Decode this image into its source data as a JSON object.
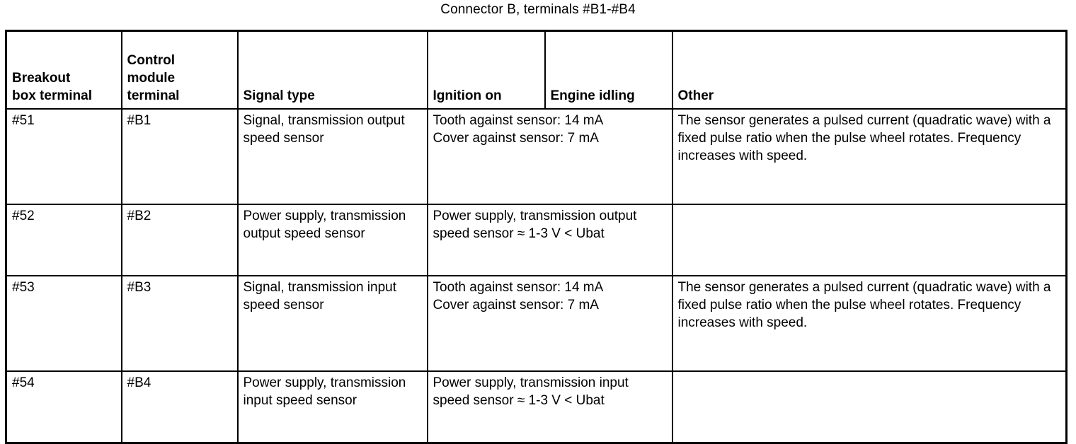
{
  "document": {
    "title": "Connector B, terminals #B1-#B4"
  },
  "table": {
    "headers": [
      "Breakout\nbox terminal",
      "Control\nmodule\nterminal",
      "Signal type",
      "Ignition on",
      "Engine idling",
      "Other"
    ],
    "rows": [
      {
        "breakout_terminal": "#51",
        "control_terminal": "#B1",
        "signal_type": "Signal, transmission output speed sensor",
        "measurement": "Tooth against sensor: 14 mA\nCover against sensor: 7 mA",
        "other": "The sensor generates a pulsed current (quadratic wave) with a fixed pulse ratio when the pulse wheel rotates. Frequency increases with speed."
      },
      {
        "breakout_terminal": "#52",
        "control_terminal": "#B2",
        "signal_type": "Power supply, transmission output speed sensor",
        "measurement": "Power supply, transmission output speed sensor ≈ 1-3 V < Ubat",
        "other": ""
      },
      {
        "breakout_terminal": "#53",
        "control_terminal": "#B3",
        "signal_type": "Signal, transmission input speed sensor",
        "measurement": "Tooth against sensor: 14 mA\nCover against sensor: 7 mA",
        "other": "The sensor generates a pulsed current (quadratic wave) with a fixed pulse ratio when the pulse wheel rotates. Frequency increases with speed."
      },
      {
        "breakout_terminal": "#54",
        "control_terminal": "#B4",
        "signal_type": "Power supply, transmission input speed sensor",
        "measurement": "Power supply, transmission input speed sensor ≈ 1-3 V < Ubat",
        "other": ""
      }
    ]
  },
  "colors": {
    "text": "#000000",
    "background": "#ffffff",
    "border": "#000000"
  }
}
